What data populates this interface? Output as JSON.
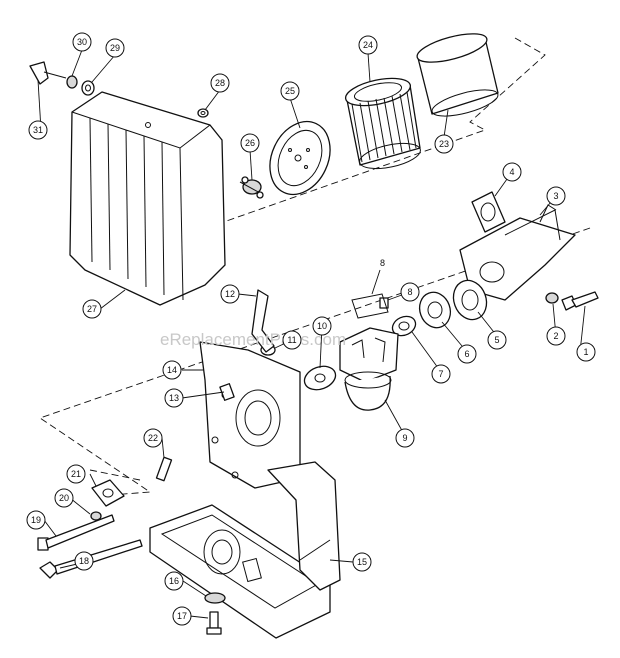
{
  "watermark": "eReplacementParts.com",
  "sub_label": "8",
  "callouts": [
    {
      "label": "1"
    },
    {
      "label": "2"
    },
    {
      "label": "3"
    },
    {
      "label": "4"
    },
    {
      "label": "5"
    },
    {
      "label": "6"
    },
    {
      "label": "7"
    },
    {
      "label": "8"
    },
    {
      "label": "9"
    },
    {
      "label": "10"
    },
    {
      "label": "11"
    },
    {
      "label": "12"
    },
    {
      "label": "13"
    },
    {
      "label": "14"
    },
    {
      "label": "15"
    },
    {
      "label": "16"
    },
    {
      "label": "17"
    },
    {
      "label": "18"
    },
    {
      "label": "19"
    },
    {
      "label": "20"
    },
    {
      "label": "21"
    },
    {
      "label": "22"
    },
    {
      "label": "23"
    },
    {
      "label": "24"
    },
    {
      "label": "25"
    },
    {
      "label": "26"
    },
    {
      "label": "27"
    },
    {
      "label": "28"
    },
    {
      "label": "29"
    },
    {
      "label": "30"
    },
    {
      "label": "31"
    }
  ]
}
